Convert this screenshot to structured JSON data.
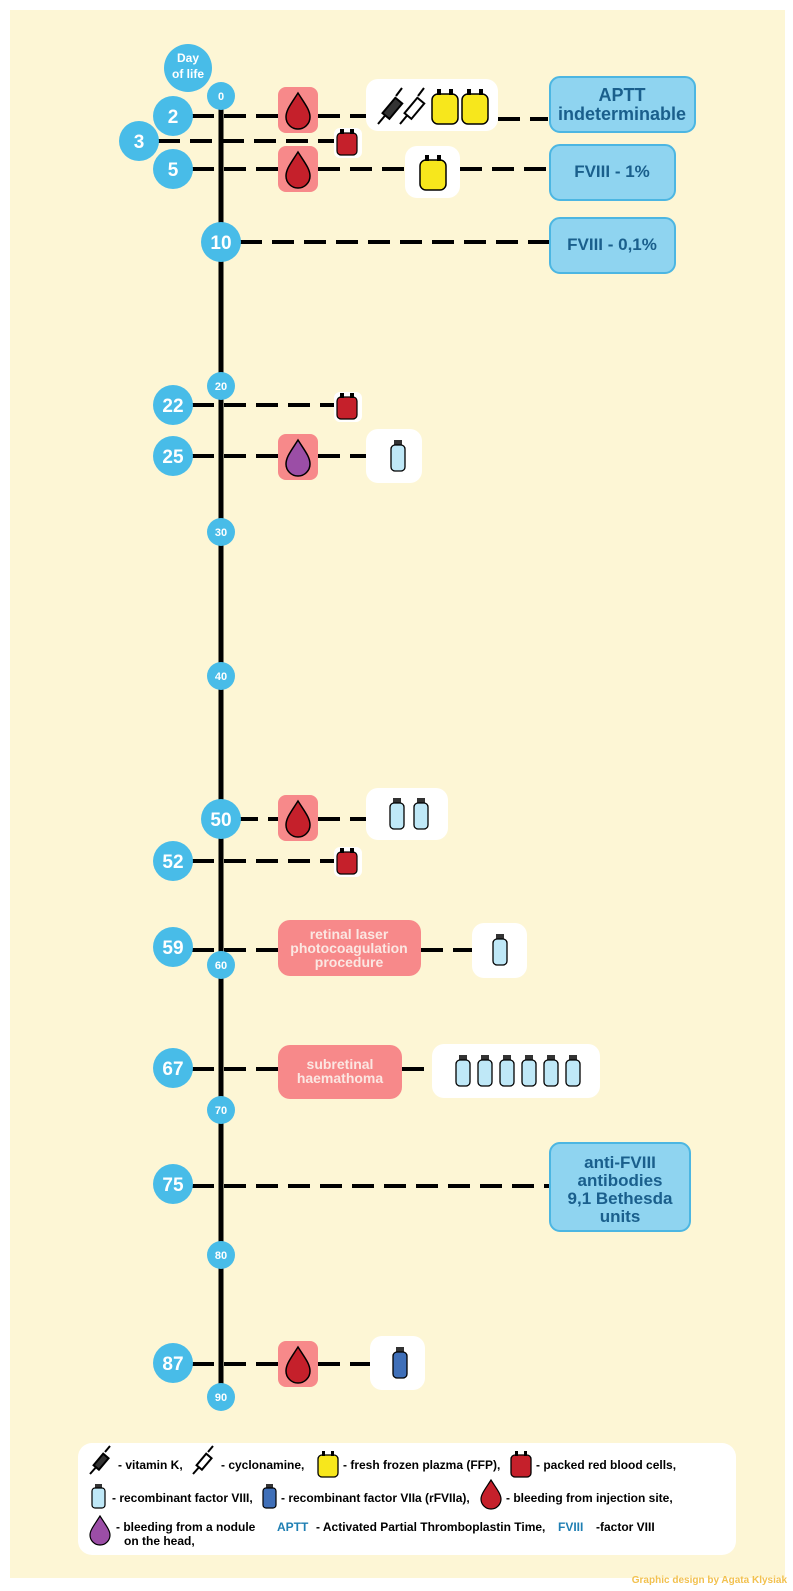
{
  "header": {
    "line1": "Day",
    "line2": "of life"
  },
  "ticks": [
    "0",
    "20",
    "30",
    "40",
    "60",
    "70",
    "80",
    "90"
  ],
  "days": [
    "2",
    "3",
    "5",
    "10",
    "22",
    "25",
    "50",
    "52",
    "59",
    "67",
    "75",
    "87"
  ],
  "lab_results": {
    "d2": [
      "APTT",
      "indeterminable"
    ],
    "d5": [
      "FVIII - 1%"
    ],
    "d10": [
      "FVIII - 0,1%"
    ],
    "d75": [
      "anti-FVIII",
      "antibodies",
      "9,1 Bethesda",
      "units"
    ]
  },
  "procedures": {
    "d59": [
      "retinal laser",
      "photocoagulation",
      "procedure"
    ],
    "d67": [
      "subretinal",
      "haemathoma"
    ]
  },
  "legend": {
    "vitamin_k": "- vitamin K,",
    "cyclonamine": "- cyclonamine,",
    "ffp": "- fresh frozen plazma (FFP),",
    "prbc": "- packed red blood cells,",
    "rfviii": "- recombinant factor VIII,",
    "rfviia": "- recombinant factor VIIa (rFVIIa),",
    "inj_bleed": "- bleeding from injection site,",
    "nodule_bleed_1": "- bleeding from a nodule",
    "nodule_bleed_2": "on the head,",
    "aptt_abbr": "APTT",
    "aptt_def": "- Activated Partial Thromboplastin Time,",
    "fviii_abbr": "FVIII",
    "fviii_def": "-factor VIII"
  },
  "credit": "Graphic design by Agata Klysiak",
  "colors": {
    "background": "#fdf6d5",
    "day_circle": "#48bce8",
    "result_box": "#8fd4f0",
    "result_border": "#4cb6e2",
    "result_text": "#1a5f8c",
    "event_box": "#f7898a",
    "blood_red": "#c5202b",
    "nodule_purple": "#9b4ea6",
    "ffp_yellow": "#f7e71c",
    "vial_light": "#bfe8f7",
    "vial_dark": "#3f6fb8",
    "abbr_blue": "#1f7fb3",
    "credit": "#f2c14e"
  }
}
